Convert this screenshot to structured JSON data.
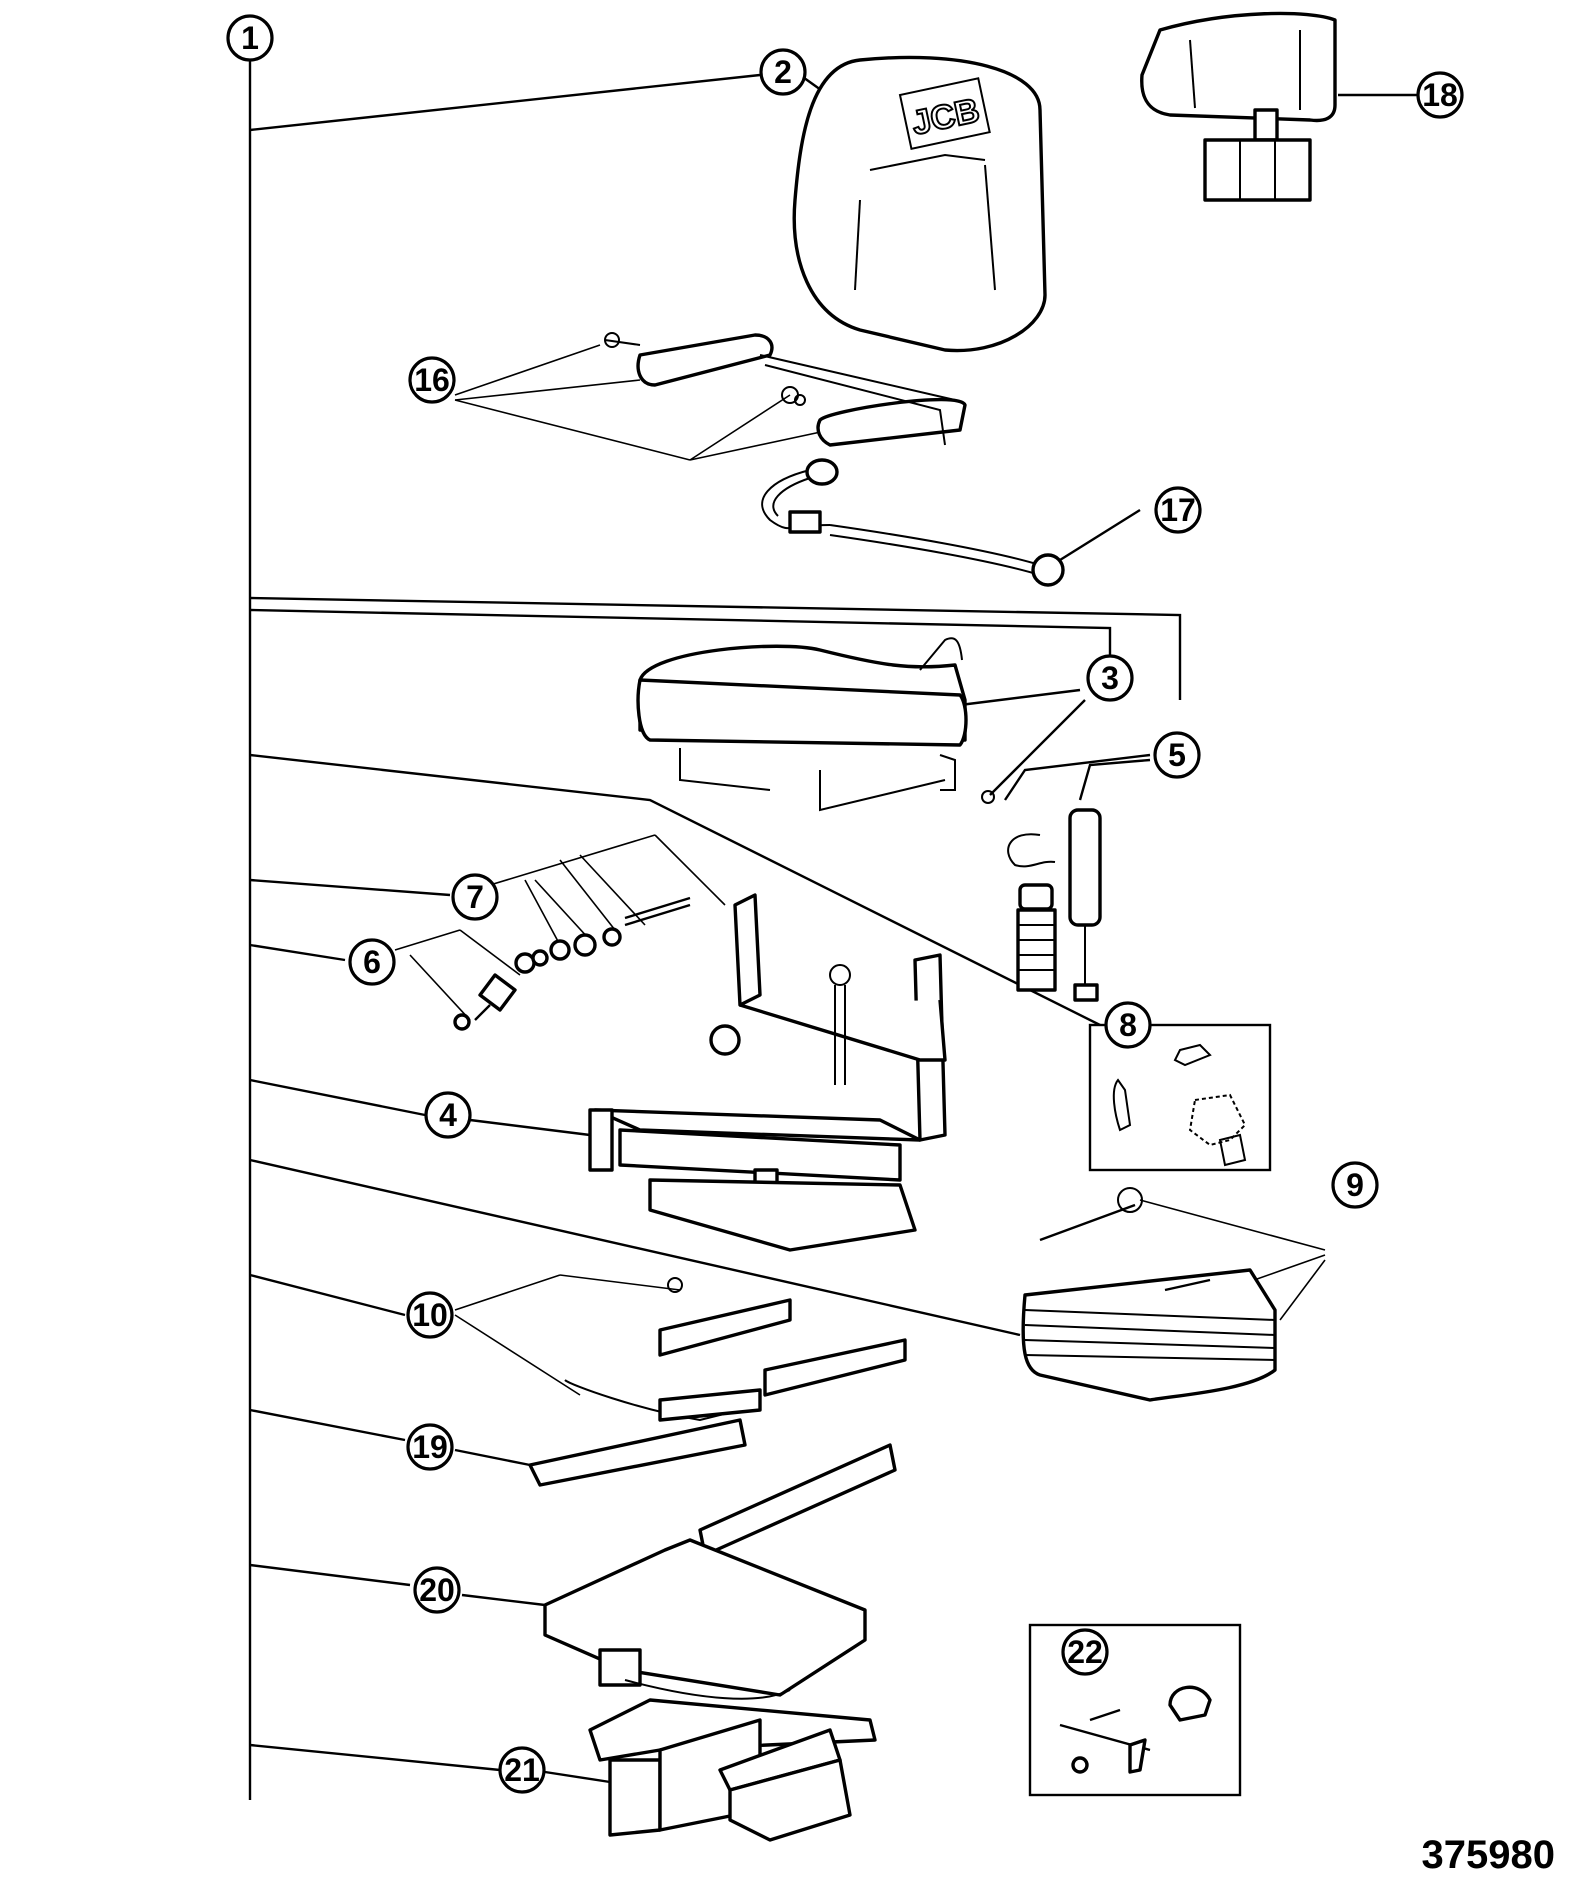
{
  "figure_number": "375980",
  "logo_text": "JCB",
  "callouts": [
    {
      "id": "c1",
      "label": "1"
    },
    {
      "id": "c2",
      "label": "2"
    },
    {
      "id": "c3",
      "label": "3"
    },
    {
      "id": "c4",
      "label": "4"
    },
    {
      "id": "c5",
      "label": "5"
    },
    {
      "id": "c6",
      "label": "6"
    },
    {
      "id": "c7",
      "label": "7"
    },
    {
      "id": "c8",
      "label": "8"
    },
    {
      "id": "c9",
      "label": "9"
    },
    {
      "id": "c10",
      "label": "10"
    },
    {
      "id": "c16",
      "label": "16"
    },
    {
      "id": "c17",
      "label": "17"
    },
    {
      "id": "c18",
      "label": "18"
    },
    {
      "id": "c19",
      "label": "19"
    },
    {
      "id": "c20",
      "label": "20"
    },
    {
      "id": "c21",
      "label": "21"
    },
    {
      "id": "c22",
      "label": "22"
    }
  ]
}
